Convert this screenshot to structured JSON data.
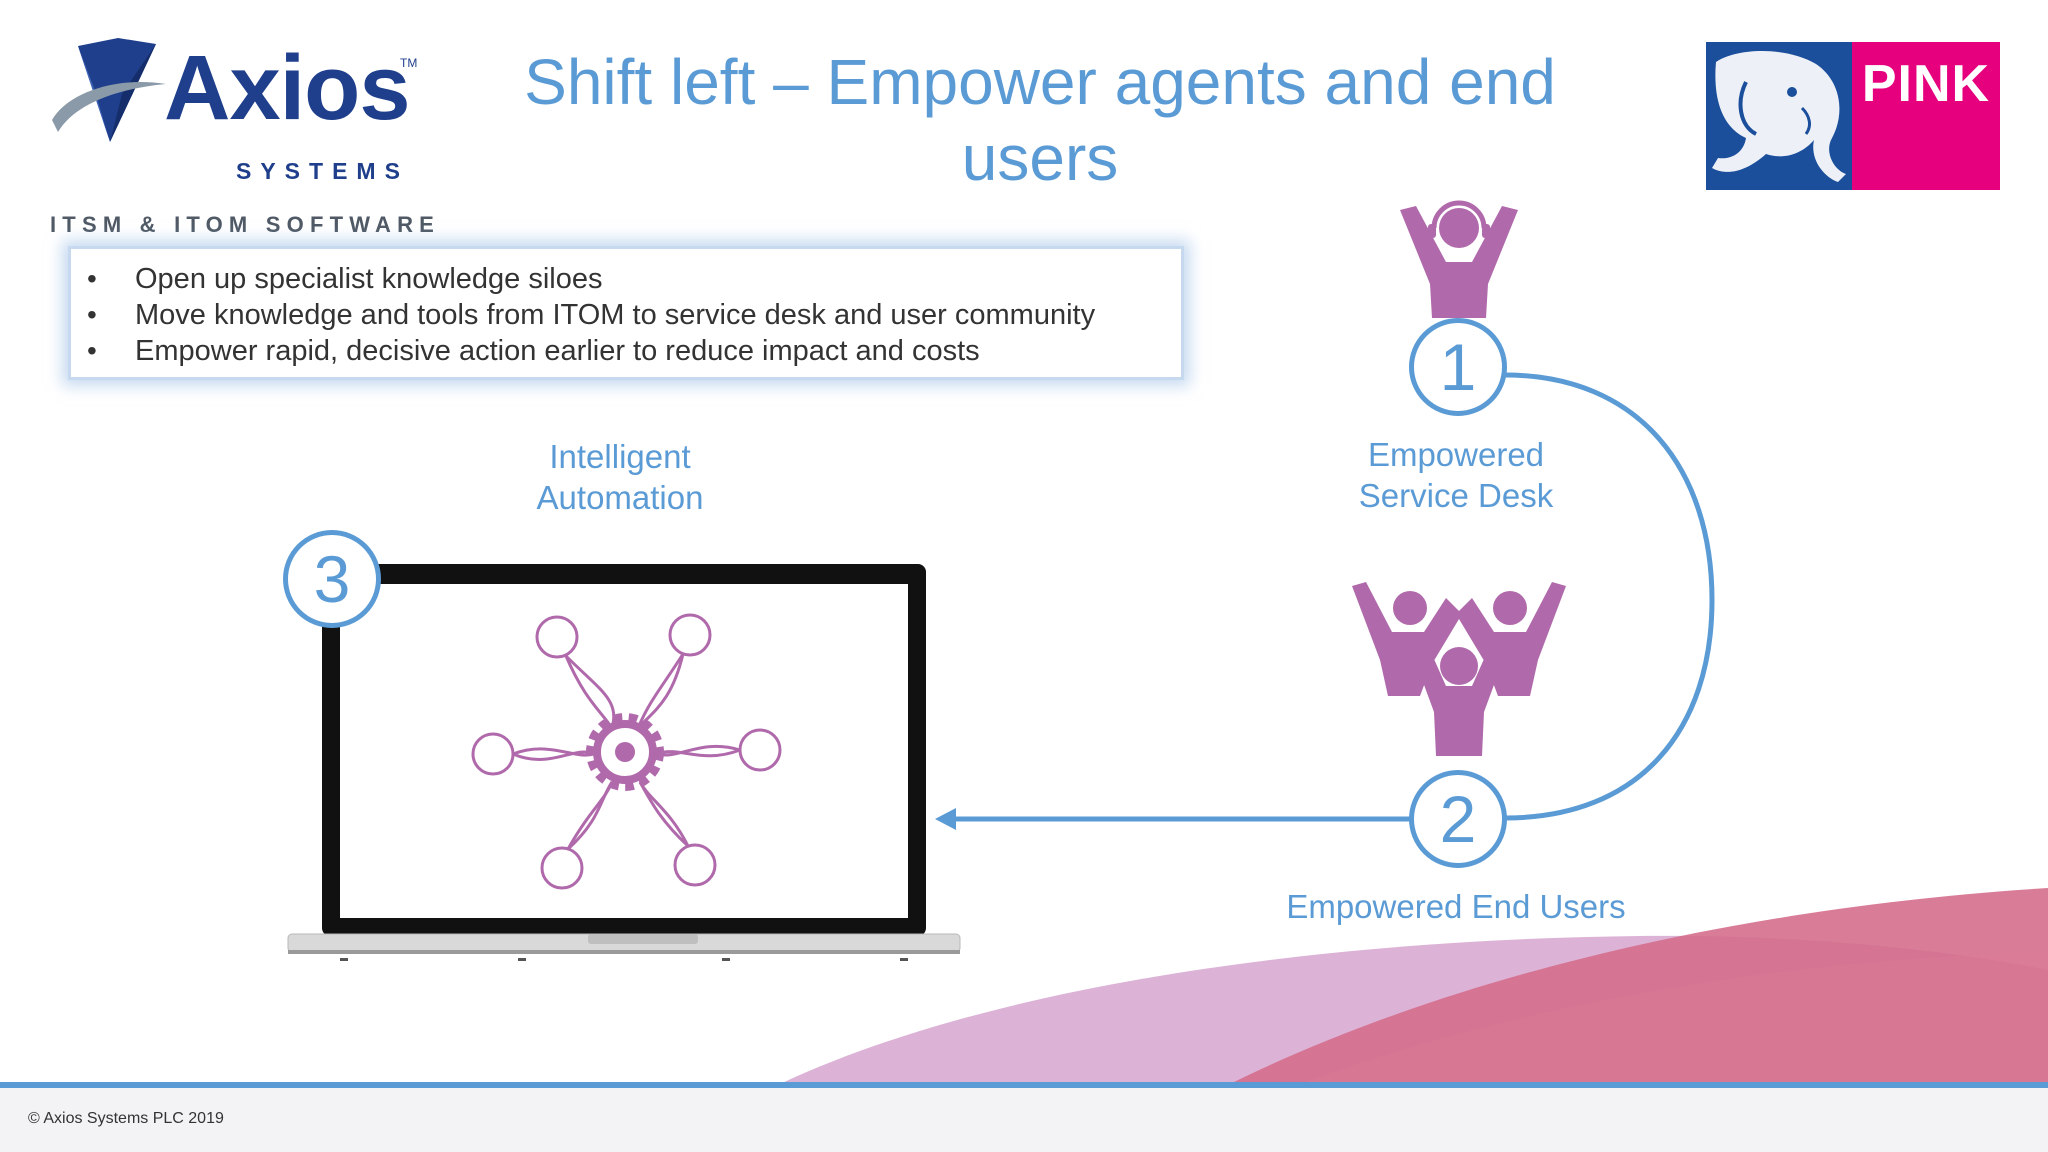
{
  "logo": {
    "name": "Axios",
    "tm": "TM",
    "subname": "SYSTEMS",
    "tagline": "ITSM & ITOM SOFTWARE"
  },
  "title": "Shift left – Empower agents and end users",
  "partner_logo": {
    "text": "PINK"
  },
  "bullets": [
    "Open up specialist knowledge siloes",
    "Move knowledge and tools from ITOM to service desk and user community",
    "Empower rapid, decisive action earlier to reduce impact and costs"
  ],
  "bullet_marker": "•",
  "steps": [
    {
      "number": "1",
      "label_lines": [
        "Empowered",
        "Service Desk"
      ]
    },
    {
      "number": "2",
      "label": "Empowered End Users"
    },
    {
      "number": "3",
      "label_lines": [
        "Intelligent",
        "Automation"
      ]
    }
  ],
  "footer": {
    "copyright": "© Axios Systems PLC 2019"
  },
  "colors": {
    "accent_blue": "#5b9bd5",
    "people_purple": "#b06aab",
    "axios_navy": "#1f3f8c",
    "pink_brand": "#e6007e",
    "pink_blue": "#1b4f9c"
  },
  "icons": {
    "service_desk": "agent-with-headset-icon",
    "end_users": "user-group-icon",
    "automation": "gear-network-icon",
    "laptop": "laptop-icon",
    "partner": "elephant-icon"
  }
}
